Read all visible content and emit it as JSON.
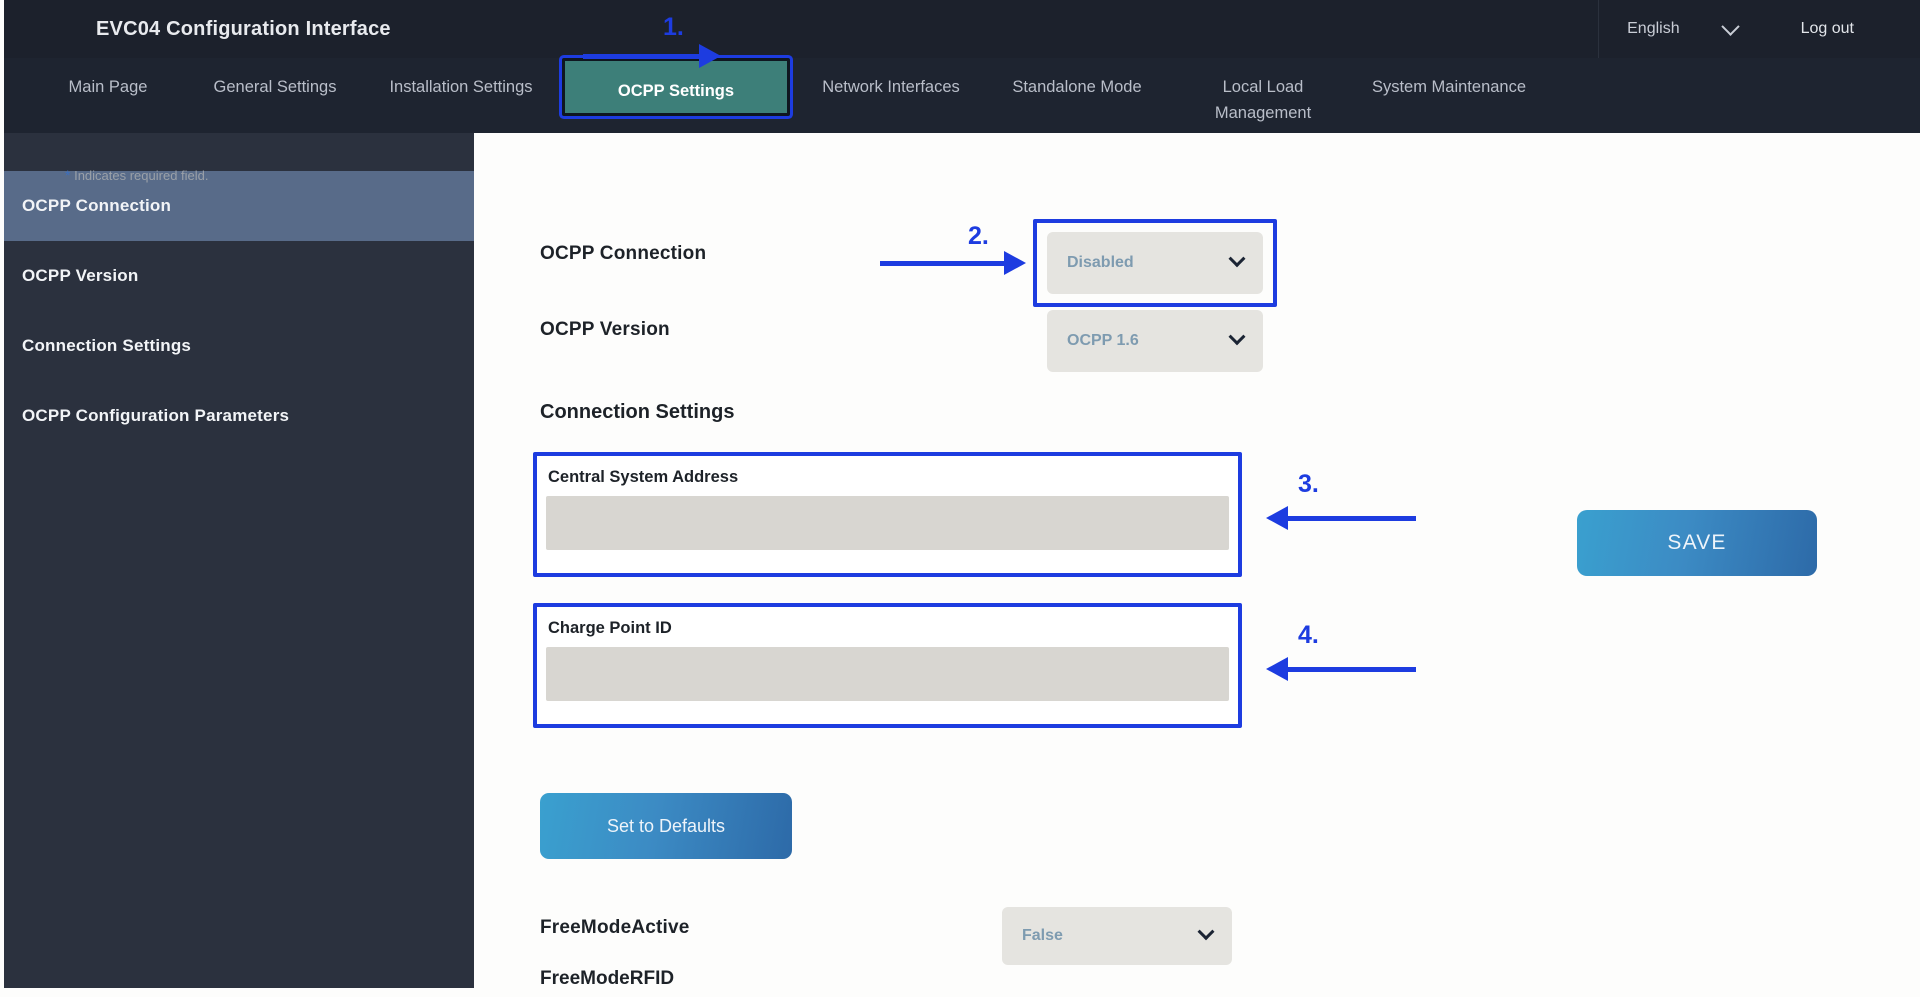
{
  "header": {
    "app_title": "EVC04 Configuration Interface",
    "language": "English",
    "language_chevron_icon": "chevron-down-icon",
    "logout_label": "Log out"
  },
  "nav": {
    "items": [
      {
        "label": "Main Page",
        "active": false
      },
      {
        "label": "General Settings",
        "active": false
      },
      {
        "label": "Installation Settings",
        "active": false
      },
      {
        "label": "OCPP Settings",
        "active": true
      },
      {
        "label": "Network Interfaces",
        "active": false
      },
      {
        "label": "Standalone Mode",
        "active": false
      },
      {
        "label": "Local Load Management",
        "active": false
      },
      {
        "label": "System Maintenance",
        "active": false
      }
    ]
  },
  "sidebar": {
    "items": [
      {
        "label": "OCPP Connection",
        "active": true
      },
      {
        "label": "OCPP Version",
        "active": false
      },
      {
        "label": "Connection Settings",
        "active": false
      },
      {
        "label": "OCPP Configuration Parameters",
        "active": false
      }
    ]
  },
  "main": {
    "required_note_star": "*",
    "required_note": "Indicates required field.",
    "ocpp_connection_label": "OCPP Connection",
    "ocpp_connection_value": "Disabled",
    "ocpp_version_label": "OCPP Version",
    "ocpp_version_value": "OCPP 1.6",
    "connection_settings_title": "Connection Settings",
    "central_system_address_label": "Central System Address",
    "central_system_address_value": "",
    "central_system_address_placeholder": "",
    "charge_point_id_label": "Charge Point ID",
    "charge_point_id_value": "",
    "charge_point_id_placeholder": "",
    "set_to_defaults_label": "Set to Defaults",
    "free_mode_active_label": "FreeModeActive",
    "free_mode_active_value": "False",
    "clipped_next_row_label": "FreeModeRFID",
    "save_label": "SAVE",
    "dropdown_chevron_icon": "chevron-down-icon"
  },
  "annotations": {
    "step1": "1.",
    "step2": "2.",
    "step3": "3.",
    "step4": "4.",
    "color": "#1d3ce0"
  },
  "colors": {
    "header_bg": "#1c212c",
    "nav_bg": "#1e2430",
    "sidebar_bg": "#2b313e",
    "sidebar_active_bg": "#586b89",
    "tab_active_bg": "#3d7f79",
    "content_bg": "#fdfdfc",
    "input_bg": "#d8d6d1",
    "dropdown_bg": "#e5e4e0",
    "accent_blue": "#1d3ce0",
    "button_blue": "#3c8bc4"
  }
}
